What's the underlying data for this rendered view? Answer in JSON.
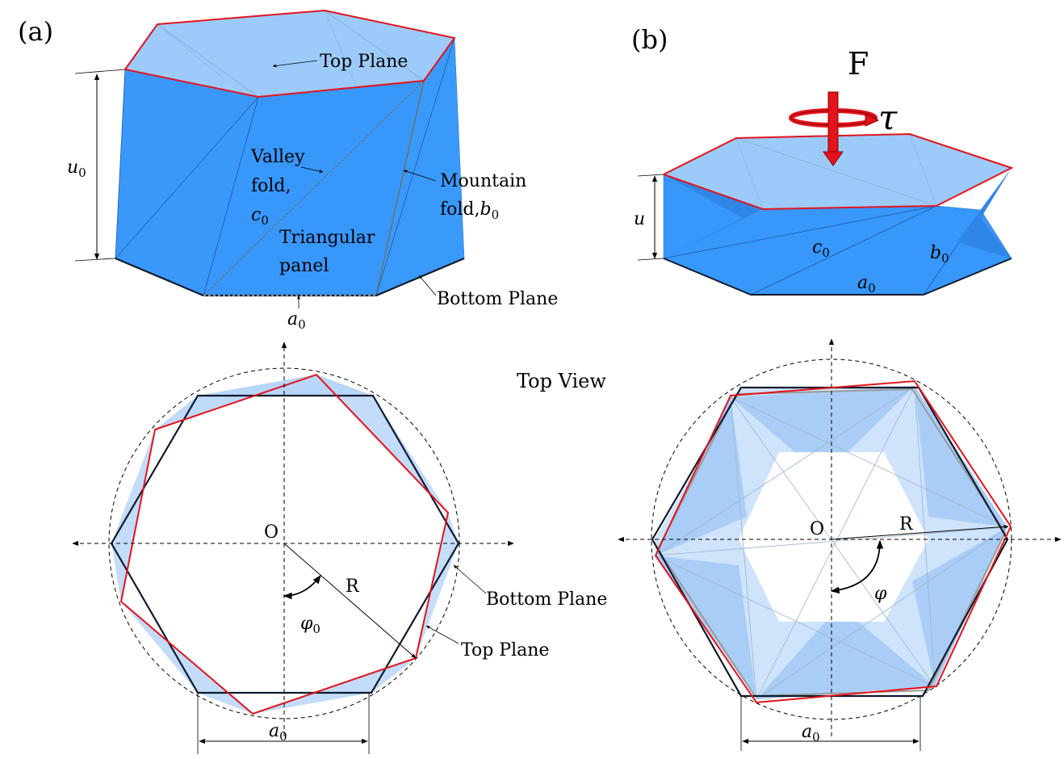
{
  "panel_a": {
    "label": "(a)",
    "top_plane": "Top Plane",
    "valley_1": "Valley",
    "valley_2": "fold,",
    "c_symbol": "c",
    "sub_zero": "0",
    "triangular_1": "Triangular",
    "triangular_2": "panel",
    "mountain_1": "Mountain",
    "mountain_2": "fold,",
    "b_symbol": "b",
    "bottom_plane": "Bottom Plane",
    "a_symbol": "a",
    "u_symbol": "u"
  },
  "panel_b": {
    "label": "(b)",
    "force": "F",
    "torque": "τ",
    "u_symbol": "u",
    "c_symbol": "c",
    "b_symbol": "b",
    "a_symbol": "a",
    "sub_zero": "0"
  },
  "top_view_title": "Top View",
  "top_view_a": {
    "origin": "O",
    "radius": "R",
    "phi_symbol": "φ",
    "sub_zero": "0",
    "bottom_plane": "Bottom Plane",
    "top_plane": "Top Plane",
    "a_symbol": "a"
  },
  "top_view_b": {
    "origin": "O",
    "radius": "R",
    "phi_symbol": "φ",
    "a_symbol": "a",
    "sub_zero": "0"
  },
  "colors": {
    "side_panel": "#3797fb",
    "top_face": "#9ccbfa",
    "pale_face": "#cfe3fb",
    "top_edge": "#e4131c",
    "bottom_edge": "#0e1b2e"
  }
}
